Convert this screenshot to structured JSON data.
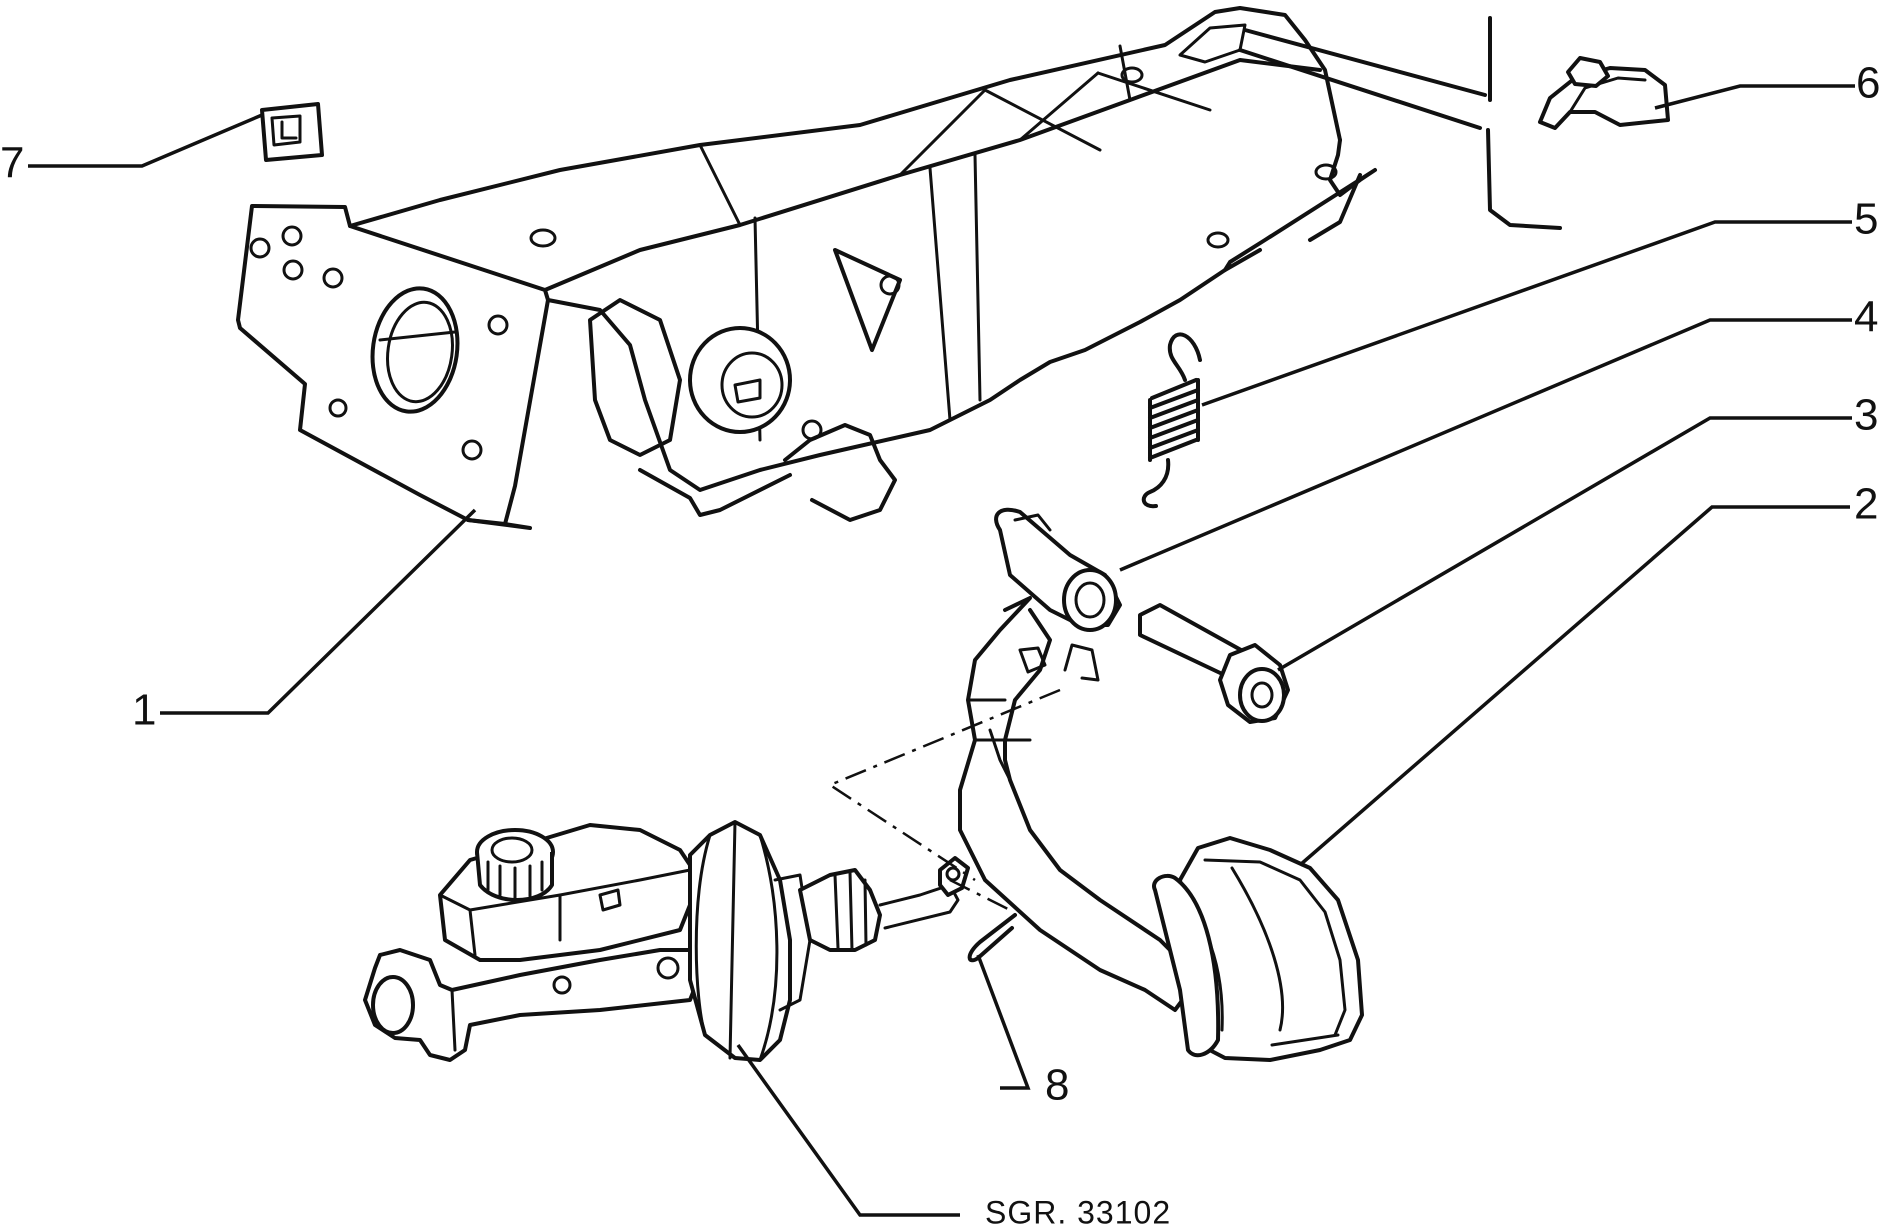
{
  "diagram": {
    "callouts": [
      {
        "id": "1",
        "label": "1"
      },
      {
        "id": "2",
        "label": "2"
      },
      {
        "id": "3",
        "label": "3"
      },
      {
        "id": "4",
        "label": "4"
      },
      {
        "id": "5",
        "label": "5"
      },
      {
        "id": "6",
        "label": "6"
      },
      {
        "id": "7",
        "label": "7"
      },
      {
        "id": "8",
        "label": "8"
      }
    ],
    "reference": "SGR. 33102"
  }
}
